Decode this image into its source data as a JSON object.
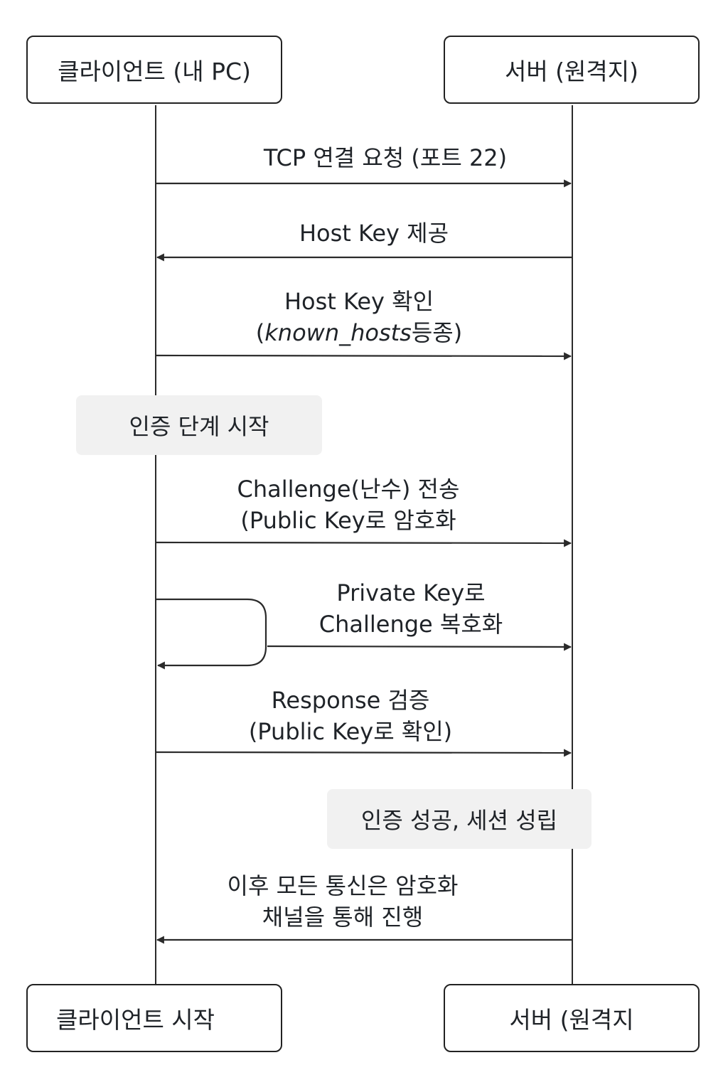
{
  "participants": {
    "client_top": "클라이언트 (내 PC)",
    "server_top": "서버 (원격지)",
    "client_bottom": "클라이언트 시작",
    "server_bottom": "서버 (원격지"
  },
  "messages": {
    "tcp": "TCP 연결 요청 (포트 22)",
    "hostkey_provide": "Host Key 제공",
    "hostkey_check_line1": "Host Key 확인",
    "hostkey_check_open": "(",
    "hostkey_check_file": "known_hosts",
    "hostkey_check_tail": "등종)",
    "challenge_line1": "Challenge(난수) 전송",
    "challenge_line2": "(Public Key로 암호화",
    "decrypt_line1": "Private Key로",
    "decrypt_line2": "Challenge 복호화",
    "response_line1": "Response 검증",
    "response_line2": "(Public Key로 확인)",
    "encrypted_line1": "이후 모든 통신은 암호화",
    "encrypted_line2": "채널을 통해 진행"
  },
  "notes": {
    "auth_start": "인증 단계 시작",
    "auth_success": "인증 성공, 세션 성립"
  },
  "colors": {
    "line": "#2a2a2a",
    "note_bg": "#f1f1f1"
  }
}
